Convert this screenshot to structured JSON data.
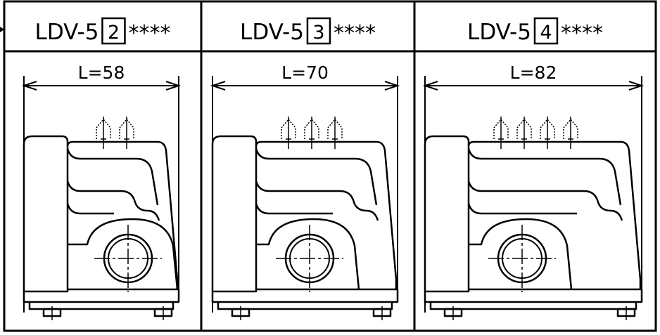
{
  "panels": [
    {
      "prefix": "LDV-5",
      "boxed": "2",
      "suffix": "****",
      "dimension": "L=58",
      "outlets": 2
    },
    {
      "prefix": "LDV-5",
      "boxed": "3",
      "suffix": "****",
      "dimension": "L=70",
      "outlets": 3
    },
    {
      "prefix": "LDV-5",
      "boxed": "4",
      "suffix": "****",
      "dimension": "L=82",
      "outlets": 4
    }
  ]
}
